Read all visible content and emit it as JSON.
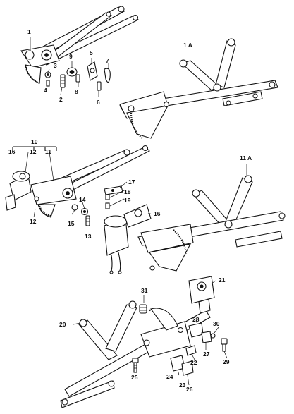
{
  "callouts": {
    "c1": "1",
    "c1a": "1 A",
    "c2": "2",
    "c3": "3",
    "c4": "4",
    "c5": "5",
    "c6": "6",
    "c7": "7",
    "c8": "8",
    "c9": "9",
    "c10": "10",
    "c11": "11",
    "c11a": "11 A",
    "c12": "12",
    "c12b": "12",
    "c13": "13",
    "c14": "14",
    "c15": "15",
    "c16": "16",
    "c16b": "16",
    "c17": "17",
    "c18": "18",
    "c19": "19",
    "c20": "20",
    "c21": "21",
    "c22": "22",
    "c23": "23",
    "c24": "24",
    "c25": "25",
    "c26": "26",
    "c27": "27",
    "c28": "28",
    "c29": "29",
    "c30": "30",
    "c31": "31"
  }
}
